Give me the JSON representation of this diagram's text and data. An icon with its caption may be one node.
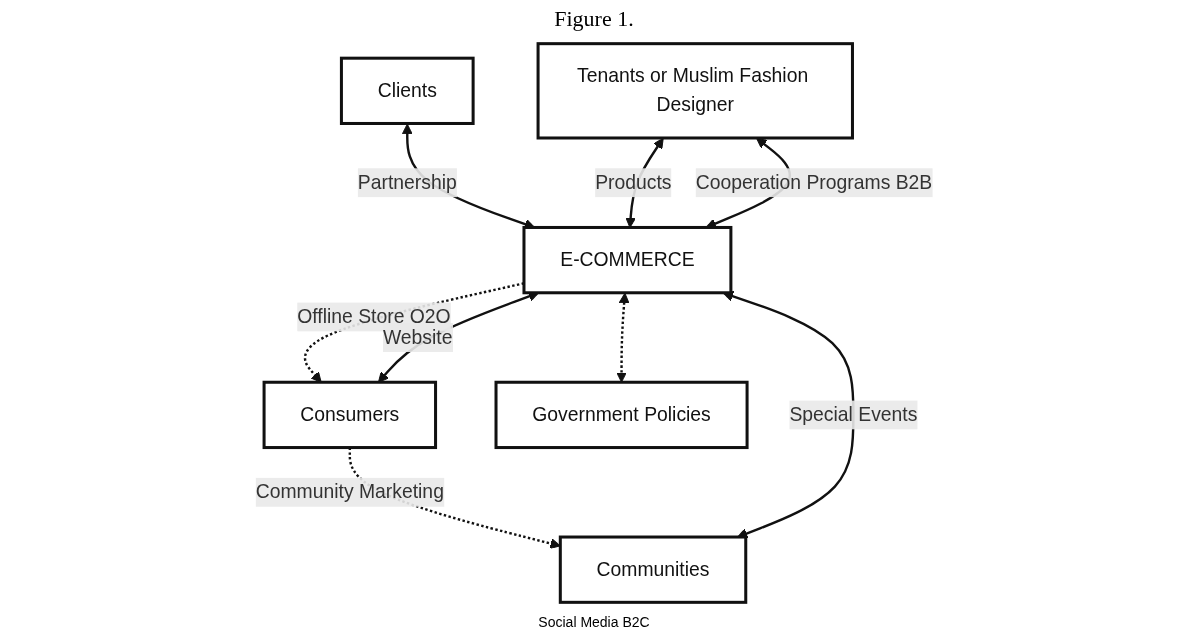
{
  "diagram": {
    "title": "Figure 1.",
    "nodes": [
      {
        "text": [
          "Clients"
        ]
      },
      {
        "text": [
          "Tenants or Muslim Fashion Designer"
        ]
      },
      {
        "text": [
          "E-COMMERCE"
        ]
      },
      {
        "text": [
          "Consumers"
        ]
      },
      {
        "text": [
          "Communities"
        ]
      },
      {
        "text": [
          "Government Policies"
        ]
      }
    ],
    "edges": [
      {
        "from": 0,
        "to": 2,
        "arrow": "both",
        "label": "Partnership"
      },
      {
        "from": 1,
        "to": 2,
        "arrow": "both",
        "label": "Products"
      },
      {
        "from": 2,
        "to": 3,
        "arrow": "to",
        "label": "Offline Store O2O",
        "style": "dashed"
      },
      {
        "from": 2,
        "to": 3,
        "arrow": "both",
        "label": "Website"
      },
      {
        "from": 3,
        "to": 4,
        "arrow": "to",
        "label": "Community Marketing",
        "style": "dashed"
      },
      {
        "from": 1,
        "to": 2,
        "arrow": "both",
        "label": "Cooperation Programs B2B"
      },
      {
        "from": 2,
        "to": 5,
        "arrow": "both",
        "style": "dashed"
      },
      {
        "from": 2,
        "to": 4,
        "arrow": "both",
        "label": "Special Events"
      }
    ],
    "labels": [
      "Social Media B2C"
    ]
  }
}
